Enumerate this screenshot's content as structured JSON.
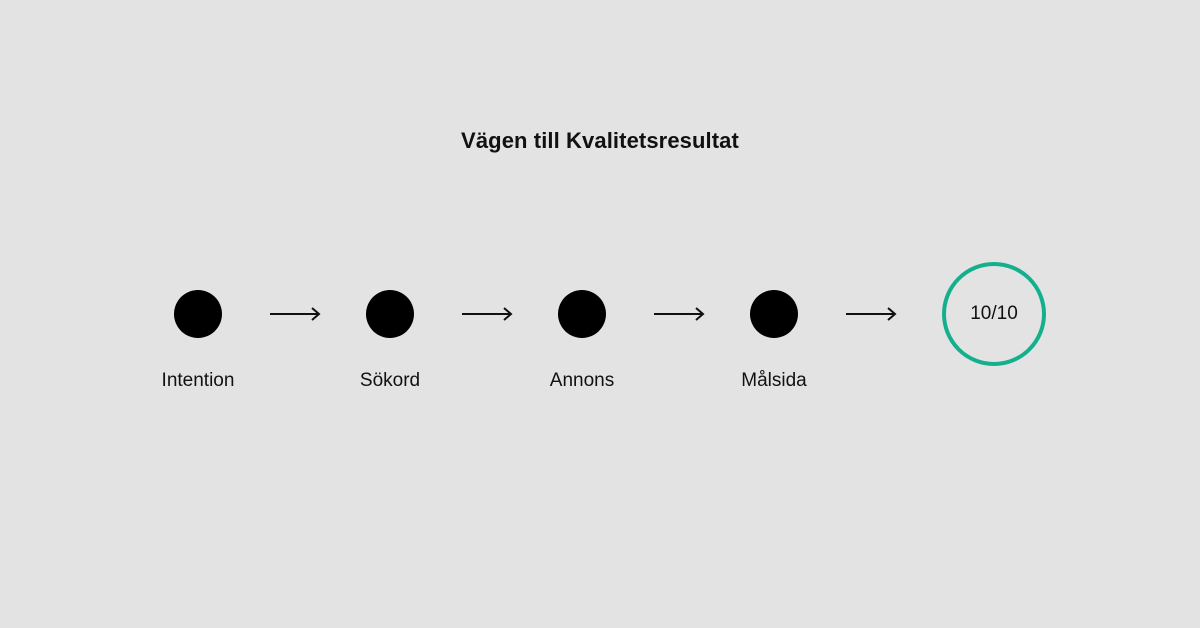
{
  "title": "Vägen till Kvalitetsresultat",
  "steps": [
    {
      "label": "Intention",
      "icon": "filled-circle"
    },
    {
      "label": "Sökord",
      "icon": "filled-circle"
    },
    {
      "label": "Annons",
      "icon": "filled-circle"
    },
    {
      "label": "Målsida",
      "icon": "filled-circle"
    }
  ],
  "connector_icon": "right-arrow-icon",
  "result": {
    "value": "10/10",
    "ring_color": "#14b08e"
  },
  "colors": {
    "background": "#e4e3e3",
    "node": "#000000",
    "accent": "#14b08e"
  }
}
